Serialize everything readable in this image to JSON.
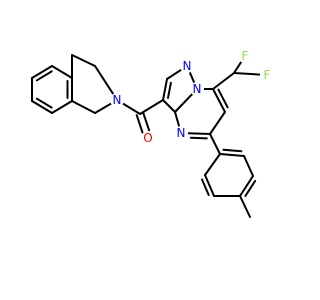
{
  "colors": {
    "bond": "#000000",
    "nitrogen": "#0000FF",
    "oxygen": "#FF0000",
    "fluorine": "#90E050"
  },
  "atom_labels": {
    "n_isoquinoline": "N",
    "n_pyrazole_top": "N",
    "n_bridge": "N",
    "n_pyrimidine": "N",
    "o_carbonyl": "O",
    "f_upper": "F",
    "f_right": "F"
  }
}
